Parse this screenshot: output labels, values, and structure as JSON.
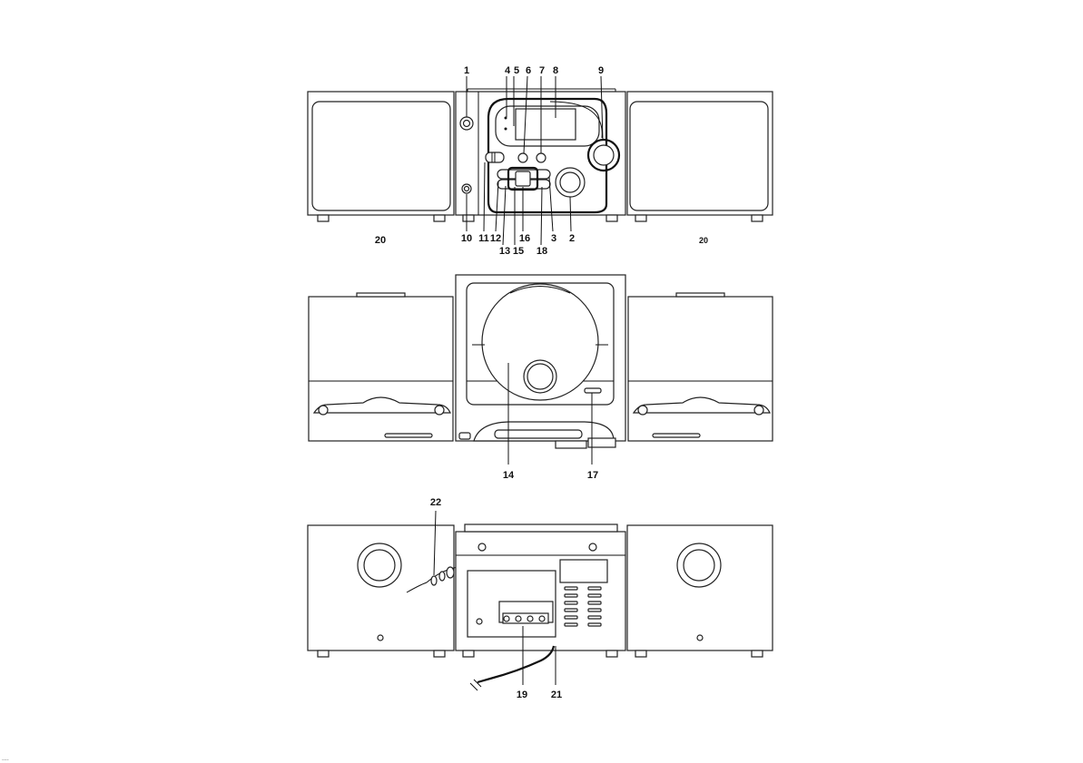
{
  "callouts": {
    "c1": "1",
    "c2": "2",
    "c3": "3",
    "c4": "4",
    "c5": "5",
    "c6": "6",
    "c7": "7",
    "c8": "8",
    "c9": "9",
    "c10": "10",
    "c11": "11",
    "c12": "12",
    "c13": "13",
    "c14": "14",
    "c15": "15",
    "c16": "16",
    "c17": "17",
    "c18": "18",
    "c19": "19",
    "c20a": "20",
    "c20b": "20",
    "c21": "21",
    "c22": "22"
  },
  "footer_mark": "...."
}
